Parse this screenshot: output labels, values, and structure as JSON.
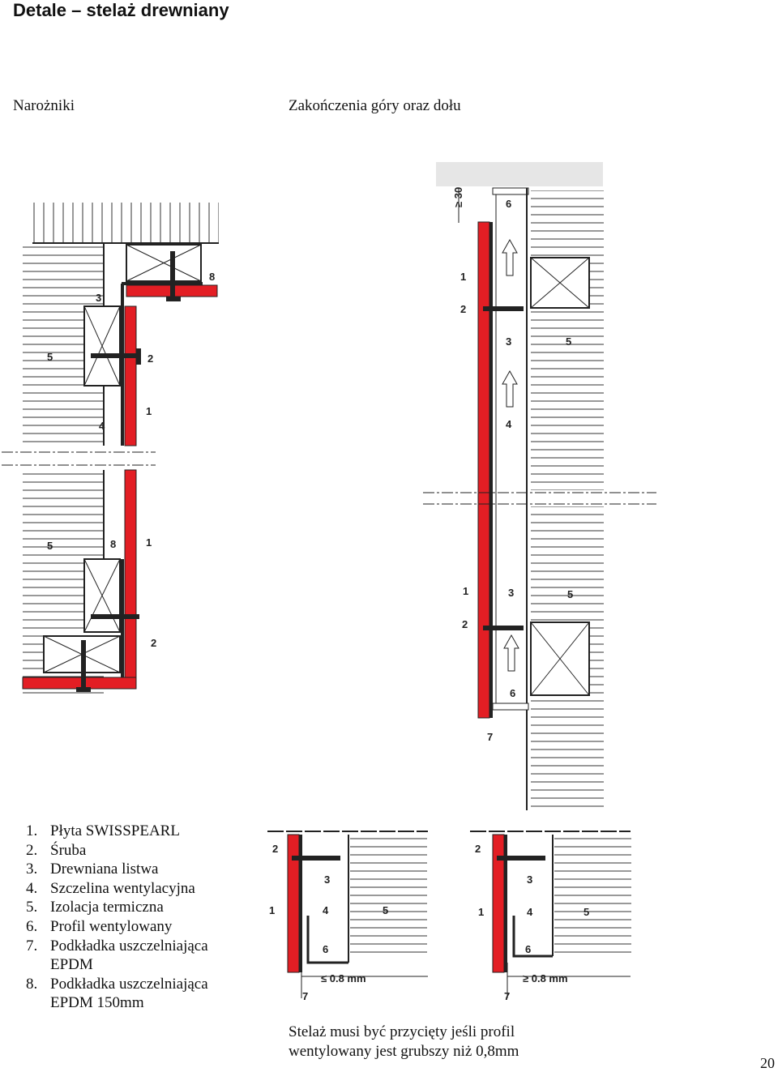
{
  "page": {
    "title": "Detale – stelaż drewniany",
    "section_left": "Narożniki",
    "section_right": "Zakończenia góry oraz dołu",
    "page_number": "20"
  },
  "legend": [
    {
      "num": "1.",
      "text": "Płyta SWISSPEARL"
    },
    {
      "num": "2.",
      "text": "Śruba"
    },
    {
      "num": "3.",
      "text": "Drewniana listwa"
    },
    {
      "num": "4.",
      "text": "Szczelina wentylacyjna"
    },
    {
      "num": "5.",
      "text": "Izolacja termiczna"
    },
    {
      "num": "6.",
      "text": "Profil wentylowany"
    },
    {
      "num": "7.",
      "text": "Podkładka uszczelniająca EPDM"
    },
    {
      "num": "8.",
      "text": "Podkładka uszczelniająca EPDM 150mm"
    }
  ],
  "caption": {
    "line1": "Stelaż musi być przycięty jeśli profil",
    "line2": "wentylowany jest grubszy niż 0,8mm"
  },
  "diagram_labels": {
    "dim_top": "≥ 30",
    "lt_0_8": "≤ 0.8 mm",
    "gt_0_8": "≥ 0.8 mm"
  },
  "colors": {
    "panel_red": "#e31e24",
    "drawing_line": "#222222",
    "shade": "#e6e6e6"
  }
}
